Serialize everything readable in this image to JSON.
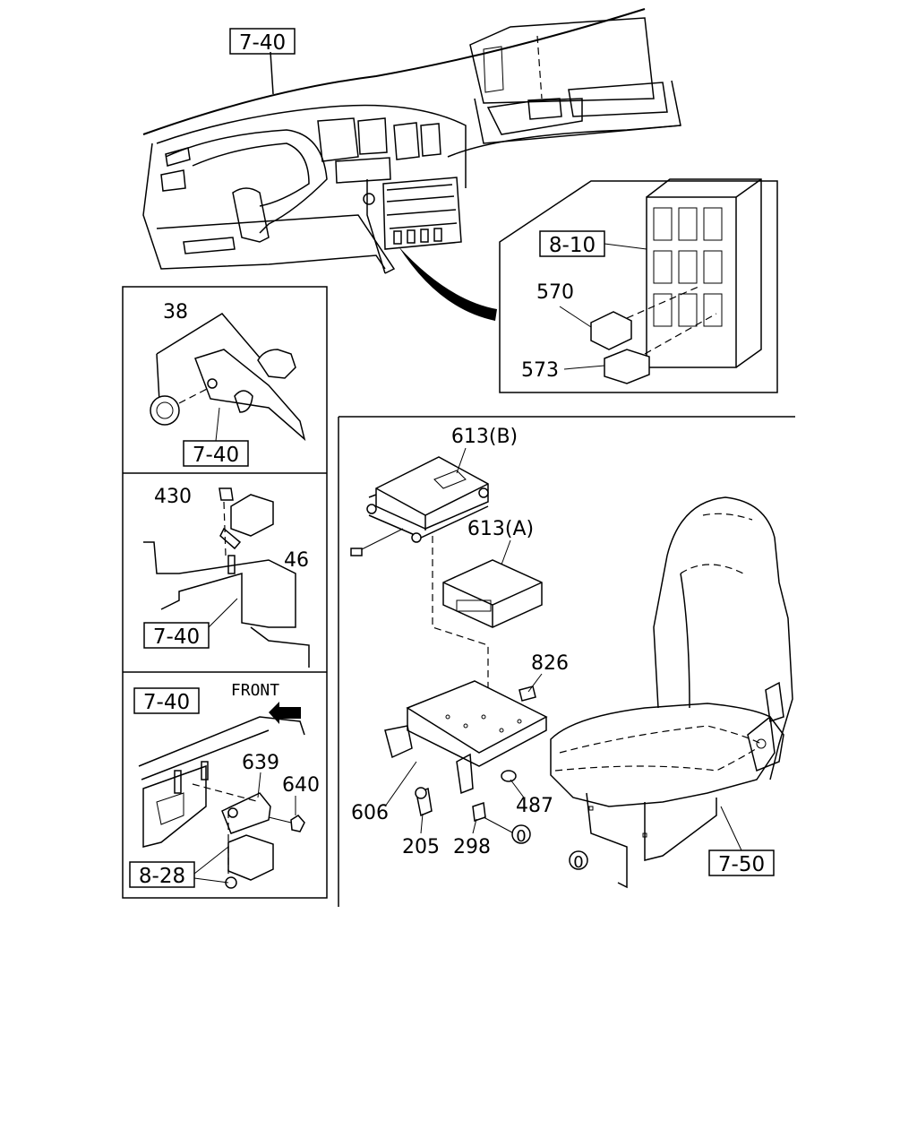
{
  "references": {
    "dash_top": "7-40",
    "relay_box": "8-10",
    "panel1": "7-40",
    "panel2": "7-40",
    "panel3": "7-40",
    "panel3_bottom": "8-28",
    "seat": "7-50"
  },
  "parts": {
    "p38": "38",
    "p430": "430",
    "p46": "46",
    "p570": "570",
    "p573": "573",
    "p613b": "613(B)",
    "p613a": "613(A)",
    "p826": "826",
    "p606": "606",
    "p487": "487",
    "p205": "205",
    "p298": "298",
    "p639": "639",
    "p640": "640"
  },
  "circle_refs": {
    "a": "0",
    "b": "0"
  },
  "front_label": "FRONT"
}
